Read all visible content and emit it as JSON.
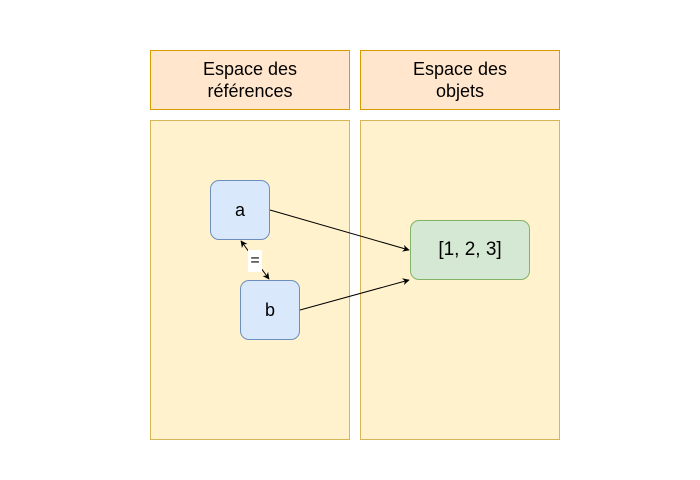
{
  "headers": {
    "references": [
      "Espace des",
      "références"
    ],
    "objects": [
      "Espace des",
      "objets"
    ]
  },
  "nodes": {
    "a": "a",
    "b": "b",
    "list": "[1, 2, 3]"
  },
  "equality_label": "=",
  "colors": {
    "header_fill": "#ffe6cc",
    "header_stroke": "#d79b00",
    "panel_fill": "#fff2cc",
    "panel_stroke": "#d6b656",
    "ref_fill": "#dae8fc",
    "ref_stroke": "#6c8ebf",
    "obj_fill": "#d5e8d4",
    "obj_stroke": "#82b366"
  }
}
